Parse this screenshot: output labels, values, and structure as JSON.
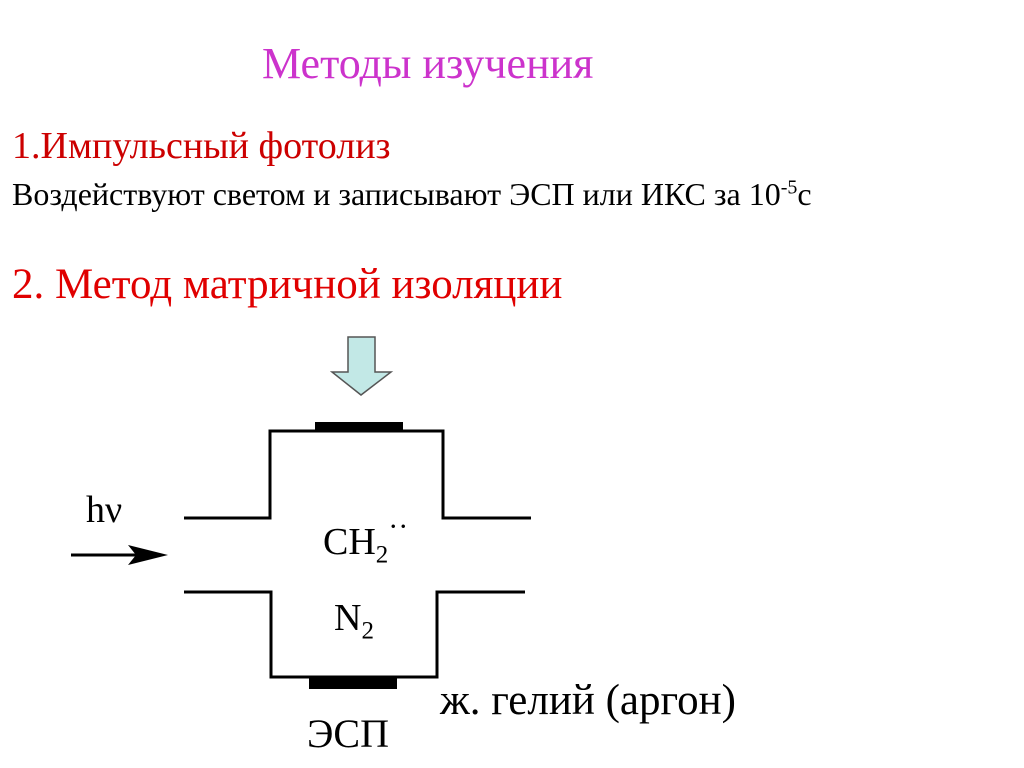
{
  "title": "Методы изучения",
  "method1": {
    "heading": "1.Импульсный фотолиз",
    "desc_main": "Воздействуют светом и записывают ЭСП или ИКС за 10",
    "desc_exp": "-5",
    "desc_unit": "с"
  },
  "method2": {
    "heading": "2. Метод матричной изоляции"
  },
  "diagram": {
    "light_label": "hν",
    "species1_base": "CH",
    "species1_sub": "2",
    "species1_dots": "··",
    "species2_base": "N",
    "species2_sub": "2",
    "detector_label": "ЭСП",
    "coolant_label": "ж. гелий (аргон)",
    "arrow_fill": "#c2e8e6"
  }
}
